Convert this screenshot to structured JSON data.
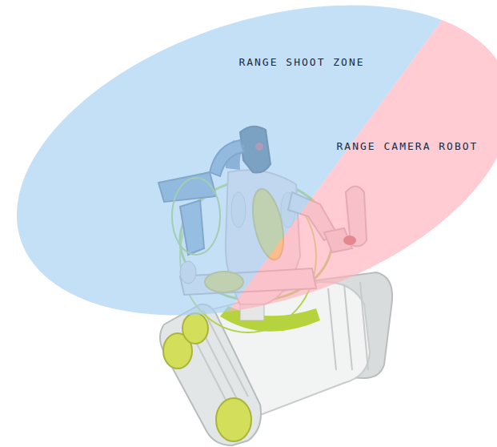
{
  "diagram": {
    "nodes": [
      {
        "text": [
          "RANGE SHOOT ZONE"
        ]
      },
      {
        "text": [
          "RANGE CAMERA ROBOT"
        ],
        "in": 0
      }
    ]
  }
}
